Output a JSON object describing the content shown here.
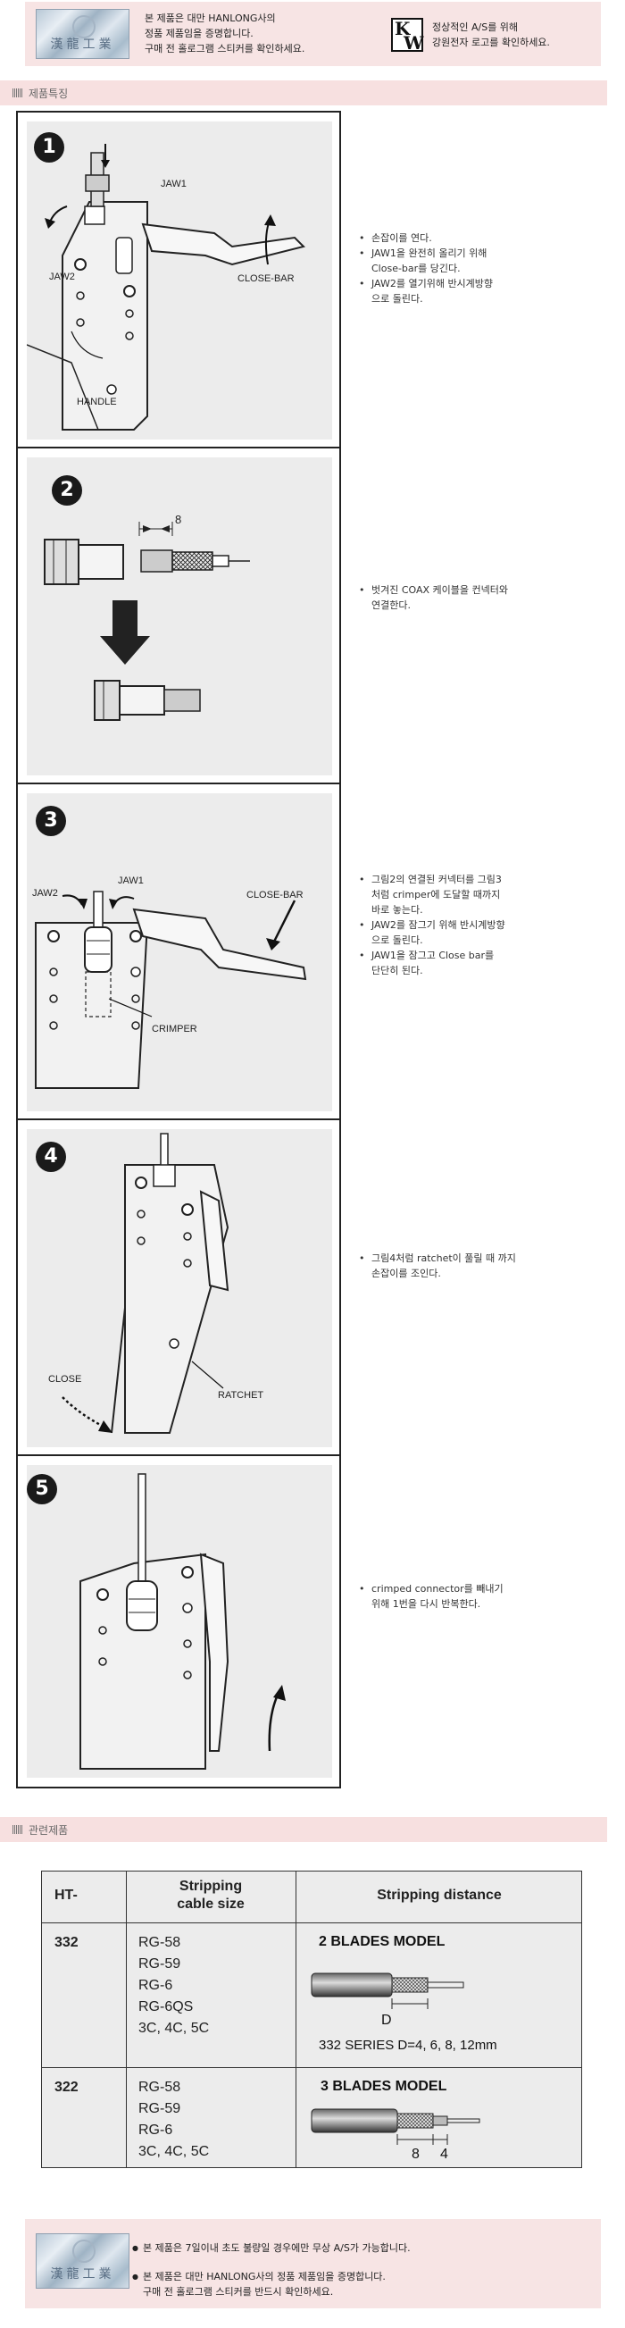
{
  "top_banner": {
    "hologram_text": "漢龍工業",
    "line1": "본 제품은 대만 HANLONG사의",
    "line2": "정품 제품임을 증명합니다.",
    "line3": "구매 전 홀로그램 스티커를 확인하세요.",
    "kw_letters": "KW",
    "right_line1": "정상적인 A/S를 위해",
    "right_line2": "강원전자 로고를 확인하세요."
  },
  "features_header": "제품특징",
  "steps": [
    {
      "number": "1",
      "labels": {
        "jaw1": "JAW1",
        "jaw2": "JAW2",
        "closebar": "CLOSE-BAR",
        "handle": "HANDLE"
      },
      "desc": [
        "손잡이를 연다.",
        "JAW1을 완전히 올리기 위해",
        "Close-bar를 당긴다.",
        "JAW2를 열기위해 반시계방향",
        "으로 돌린다."
      ]
    },
    {
      "number": "2",
      "labels": {
        "dim": "8"
      },
      "desc": [
        "벗겨진 COAX 케이블을 컨넥터와",
        "연결한다."
      ]
    },
    {
      "number": "3",
      "labels": {
        "jaw2": "JAW2",
        "jaw1": "JAW1",
        "closebar": "CLOSE-BAR",
        "crimper": "CRIMPER"
      },
      "desc": [
        "그림2의 연결된 커넥터를 그림3",
        "처럼 crimper에 도달할 때까지",
        "바로 놓는다.",
        "JAW2를 잠그기 위해 반시계방향",
        "으로 돌린다.",
        "JAW1을 잠그고 Close bar를",
        "단단히 된다."
      ]
    },
    {
      "number": "4",
      "labels": {
        "close": "CLOSE",
        "ratchet": "RATCHET"
      },
      "desc": [
        "그림4처럼 ratchet이 풀릴 때 까지",
        "손잡이를 조인다."
      ]
    },
    {
      "number": "5",
      "labels": {},
      "desc": [
        "crimped connector를 빼내기",
        "위해 1번을 다시 반복한다."
      ]
    }
  ],
  "related_header": "관련제품",
  "related_table": {
    "col1": "HT-",
    "col2_line1": "Stripping",
    "col2_line2": "cable size",
    "col3": "Stripping distance",
    "rows": [
      {
        "model": "332",
        "cables": [
          "RG-58",
          "RG-59",
          "RG-6",
          "RG-6QS",
          "3C, 4C, 5C"
        ],
        "blades": "2 BLADES MODEL",
        "dim": "D",
        "series": "332 SERIES   D=4, 6, 8, 12mm"
      },
      {
        "model": "322",
        "cables": [
          "RG-58",
          "RG-59",
          "RG-6",
          "3C, 4C, 5C"
        ],
        "blades": "3 BLADES MODEL",
        "dim1": "8",
        "dim2": "4"
      }
    ]
  },
  "bottom_banner": {
    "hologram_text": "漢龍工業",
    "note1": "본 제품은 7일이내 초도 불량일 경우에만 무상 A/S가 가능합니다.",
    "note2_line1": "본 제품은 대만 HANLONG사의 정품 제품임을 증명합니다.",
    "note2_line2": "구매 전 홀로그램 스티커를 반드시 확인하세요."
  },
  "colors": {
    "banner_bg": "#f7e4e4",
    "section_bg": "#f7e0e0",
    "illustration_bg": "#ececec"
  }
}
